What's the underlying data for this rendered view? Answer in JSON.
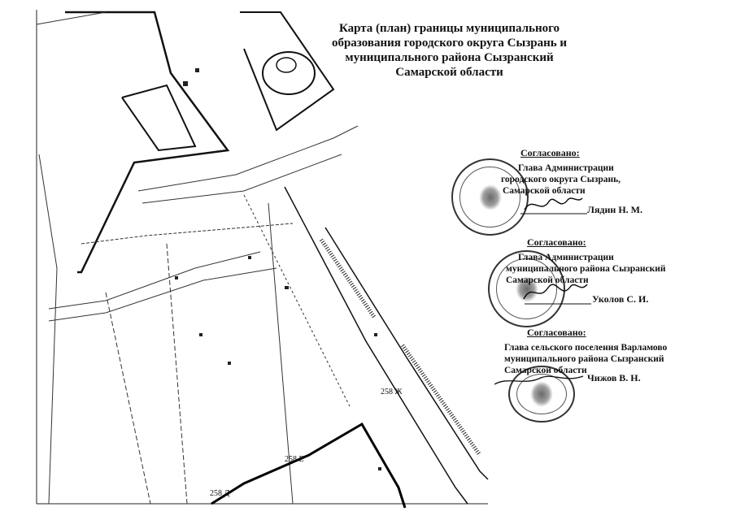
{
  "title": {
    "line1": "Карта (план) границы муниципального",
    "line2": "образования городского округа Сызрань и",
    "line3": "муниципального района Сызранский",
    "line4": "Самарской области"
  },
  "approvals": [
    {
      "heading": "Согласовано:",
      "lines": [
        "Глава Администрации",
        "городского округа Сызрань,",
        "Самарской области"
      ],
      "signer": "Лядин Н. М."
    },
    {
      "heading": "Согласовано:",
      "lines": [
        "Глава Администрации",
        "муниципального района Сызранский",
        "Самарской области"
      ],
      "signer": "Уколов С. И."
    },
    {
      "heading": "Согласовано:",
      "lines": [
        "Глава сельского поселения Варламово",
        "муниципального района Сызранский",
        "Самарской области"
      ],
      "signer": "Чижов В. Н."
    }
  ],
  "points": {
    "p1": "258 Ж",
    "p2": "258 Е",
    "p3": "258 Д"
  },
  "colors": {
    "ink": "#111111",
    "paper": "#ffffff"
  }
}
